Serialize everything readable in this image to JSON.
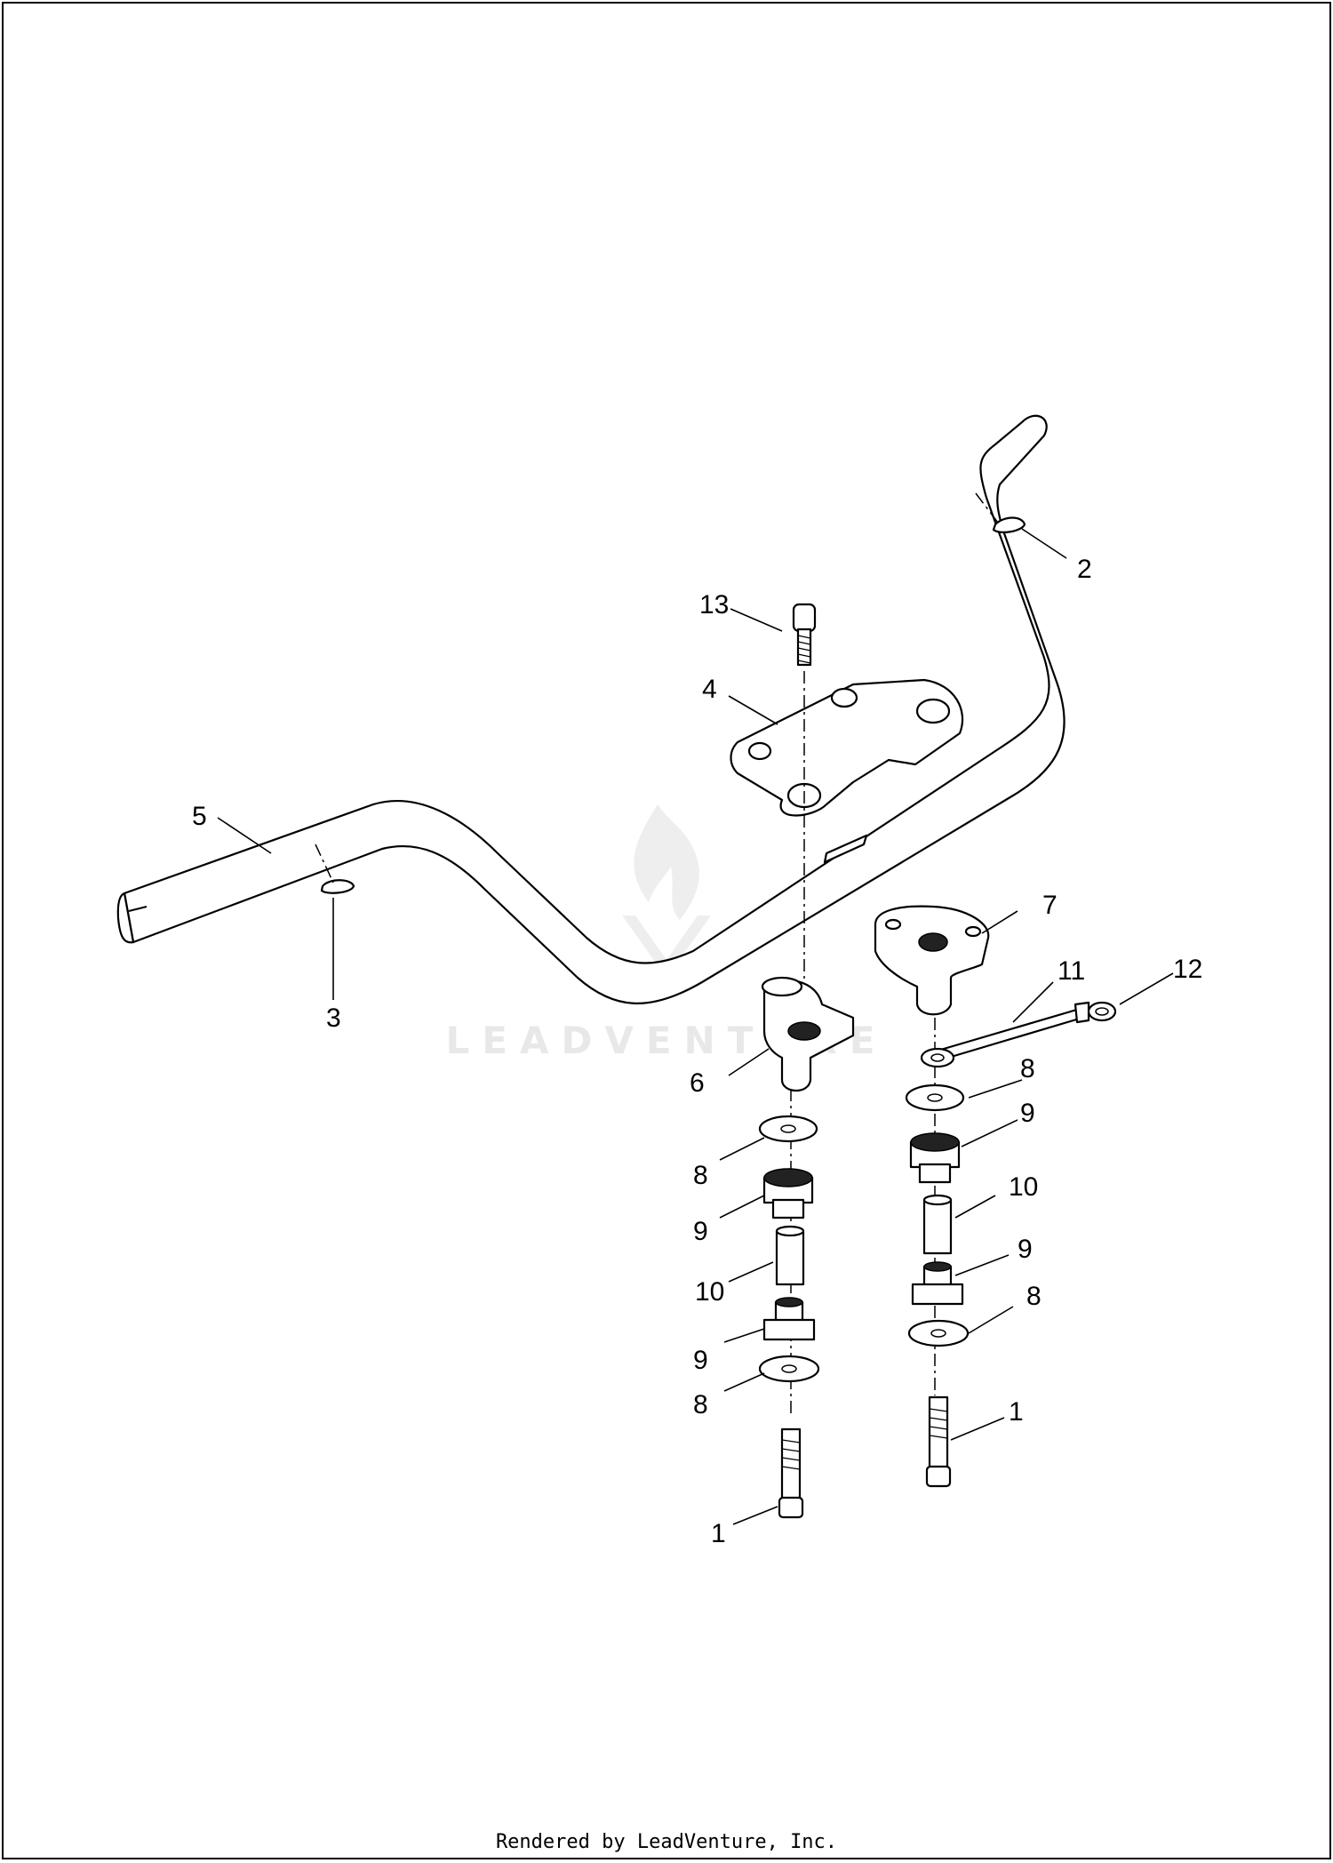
{
  "watermark": {
    "text": "LEADVENTURE",
    "logo_icon": "flame-v-logo"
  },
  "callouts": [
    {
      "id": "c2",
      "label": "2"
    },
    {
      "id": "c3",
      "label": "3"
    },
    {
      "id": "c4",
      "label": "4"
    },
    {
      "id": "c5",
      "label": "5"
    },
    {
      "id": "c6",
      "label": "6"
    },
    {
      "id": "c7",
      "label": "7"
    },
    {
      "id": "c13",
      "label": "13"
    },
    {
      "id": "c11",
      "label": "11"
    },
    {
      "id": "c12",
      "label": "12"
    },
    {
      "id": "c8a",
      "label": "8"
    },
    {
      "id": "c9a",
      "label": "9"
    },
    {
      "id": "c10a",
      "label": "10"
    },
    {
      "id": "c9b",
      "label": "9"
    },
    {
      "id": "c8b",
      "label": "8"
    },
    {
      "id": "c1a",
      "label": "1"
    },
    {
      "id": "c8c",
      "label": "8"
    },
    {
      "id": "c9c",
      "label": "9"
    },
    {
      "id": "c10b",
      "label": "10"
    },
    {
      "id": "c9d",
      "label": "9"
    },
    {
      "id": "c8d",
      "label": "8"
    },
    {
      "id": "c1b",
      "label": "1"
    }
  ],
  "footer": "Rendered by LeadVenture, Inc."
}
